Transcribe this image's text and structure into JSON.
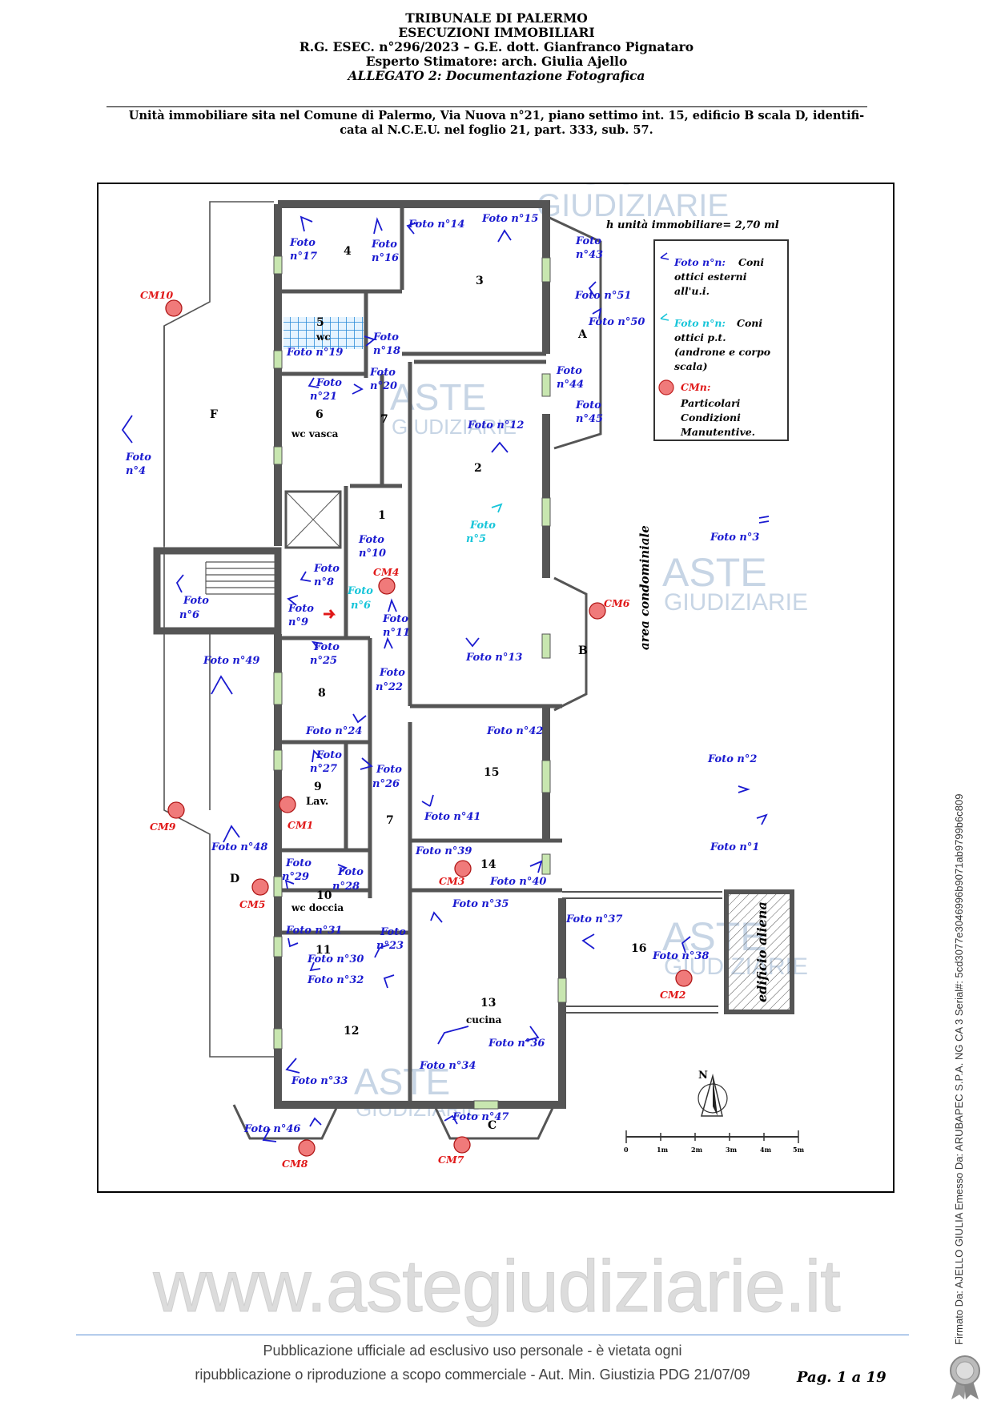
{
  "header": {
    "line1": "TRIBUNALE DI PALERMO",
    "line2": "ESECUZIONI IMMOBILIARI",
    "line3": "R.G. ESEC. n°296/2023 – G.E. dott. Gianfranco Pignataro",
    "line4": "Esperto Stimatore: arch. Giulia Ajello",
    "line5": "ALLEGATO 2: Documentazione Fotografica"
  },
  "unit_description": {
    "line1": "Unità immobiliare sita nel Comune di Palermo, Via Nuova n°21, piano settimo int. 15, edificio B scala D, identifi-",
    "line2": "cata al N.C.E.U. nel foglio 21, part. 333, sub. 57."
  },
  "plan": {
    "height_note": "h unità immobiliare= 2,70 ml",
    "area_label": "area condominiale",
    "adjacent_label": "edificio aliena",
    "legend": {
      "item1_key": "Foto n°n:",
      "item1_text1": "Coni",
      "item1_text2": "ottici esterni",
      "item1_text3": "all'u.i.",
      "item2_key": "Foto n°n:",
      "item2_text1": "Coni",
      "item2_text2": "ottici p.t.",
      "item2_text3": "(androne e corpo",
      "item2_text4": "scala)",
      "item3_key": "CMn:",
      "item3_text1": "Particolari",
      "item3_text2": "Condizioni",
      "item3_text3": "Manutentive."
    },
    "rooms": {
      "r1": "1",
      "r2": "2",
      "r3": "3",
      "r4": "4",
      "r5": "5",
      "r5b": "wc",
      "r6": "6",
      "r6b": "wc vasca",
      "r7a": "7",
      "r7b": "7",
      "r8": "8",
      "r9": "9",
      "r9b": "Lav.",
      "r10": "10",
      "r10b": "wc doccia",
      "r11": "11",
      "r12": "12",
      "r13": "13",
      "r13b": "cucina",
      "r14": "14",
      "r15": "15",
      "r16": "16",
      "rA": "A",
      "rB": "B",
      "rC": "C",
      "rD": "D",
      "rF": "F"
    },
    "foto_word": "Foto",
    "photos_two_line": {
      "p1": "n°1",
      "p2": "n°2",
      "p3": "n°3",
      "p4": "n°4",
      "p5": "n°5",
      "p6": "n°6",
      "p6b": "n°6",
      "p8": "n°8",
      "p9": "n°9",
      "p10": "n°10",
      "p11": "n°11",
      "p16": "n°16",
      "p17": "n°17",
      "p18": "n°18",
      "p20": "n°20",
      "p21": "n°21",
      "p22": "n°22",
      "p23": "n°23",
      "p25": "n°25",
      "p26": "n°26",
      "p27": "n°27",
      "p28": "n°28",
      "p29": "n°29",
      "p43": "n°43",
      "p44": "n°44",
      "p45": "n°45"
    },
    "photos_inline": {
      "p1": "Foto n°1",
      "p2": "Foto n°2",
      "p3": "Foto n°3",
      "p12": "Foto n°12",
      "p13": "Foto n°13",
      "p14": "Foto n°14",
      "p15": "Foto n°15",
      "p19": "Foto n°19",
      "p24": "Foto n°24",
      "p30": "Foto n°30",
      "p31": "Foto n°31",
      "p32": "Foto n°32",
      "p33": "Foto n°33",
      "p34": "Foto n°34",
      "p35": "Foto n°35",
      "p36": "Foto n°36",
      "p37": "Foto n°37",
      "p38": "Foto n°38",
      "p39": "Foto n°39",
      "p40": "Foto n°40",
      "p41": "Foto n°41",
      "p42": "Foto n°42",
      "p46": "Foto n°46",
      "p47": "Foto n°47",
      "p48": "Foto n°48",
      "p49": "Foto n°49",
      "p50": "Foto n°50",
      "p51": "Foto n°51"
    },
    "cm": {
      "cm1": "CM1",
      "cm2": "CM2",
      "cm3": "CM3",
      "cm4": "CM4",
      "cm5": "CM5",
      "cm6": "CM6",
      "cm7": "CM7",
      "cm8": "CM8",
      "cm9": "CM9",
      "cm10": "CM10"
    },
    "scale": {
      "s0": "0",
      "s1": "1m",
      "s2": "2m",
      "s3": "3m",
      "s4": "4m",
      "s5": "5m"
    },
    "north": "N",
    "watermark": {
      "w1": "ASTE",
      "w2": "GIUDIZIARIE"
    }
  },
  "watermark_url": "www.astegiudiziarie.it",
  "footer": {
    "line1": "Pubblicazione ufficiale ad esclusivo uso personale - è vietata ogni",
    "line2": "ripubblicazione o riproduzione a scopo commerciale - Aut. Min. Giustizia PDG 21/07/09",
    "page": "Pag. 1 a 19"
  },
  "signature_text": "Firmato Da: AJELLO GIULIA Emesso Da: ARUBAPEC S.P.A. NG CA 3 Serial#: 5cd3077e3046996b9071ab9799b6c809",
  "colors": {
    "photo_blue": "#1a1ad0",
    "photo_cyan": "#17c5d9",
    "cm_red": "#e01818",
    "cm_dot": "#f07a7a",
    "wall": "#555555",
    "watermark": "#9ab4d0"
  }
}
